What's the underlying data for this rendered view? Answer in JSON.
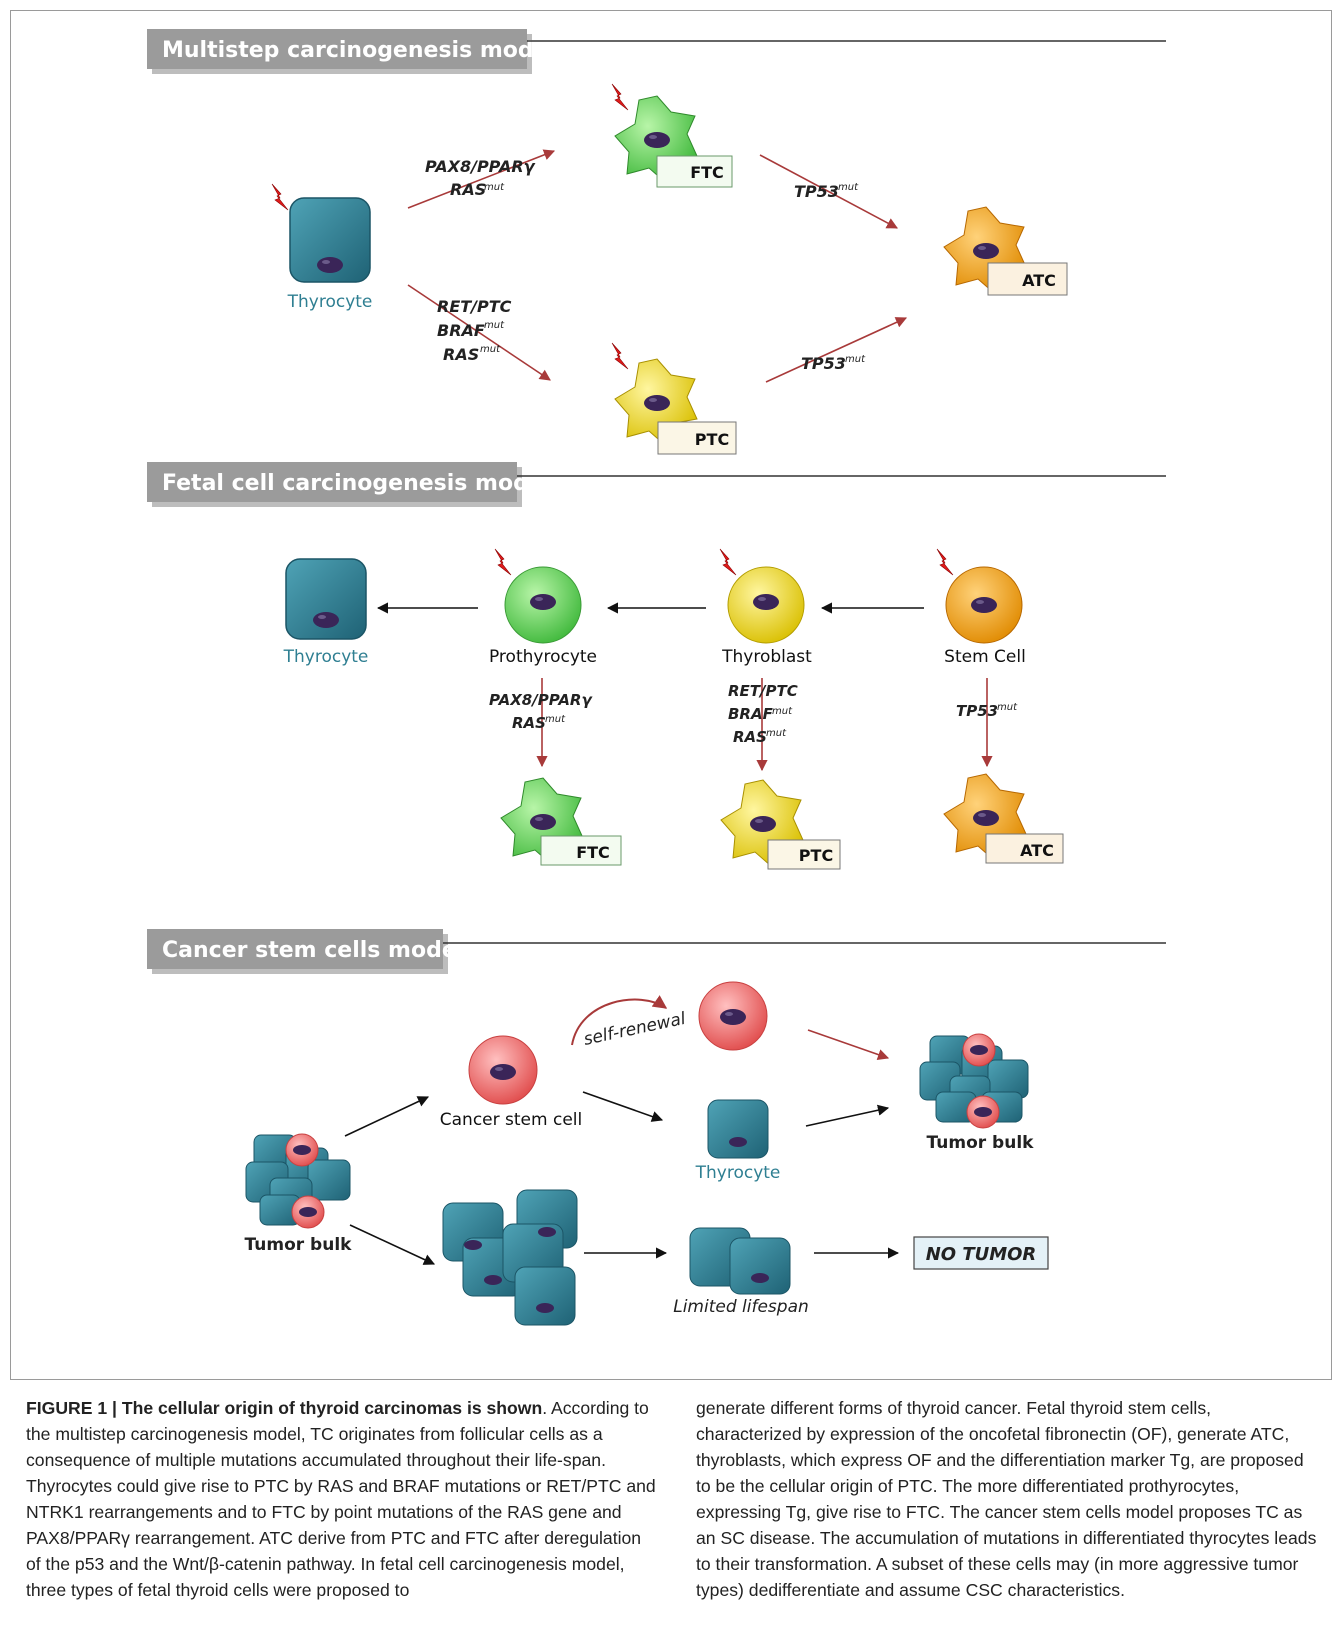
{
  "sections": {
    "multistep": "Multistep carcinogenesis model",
    "fetal": "Fetal cell carcinogenesis model",
    "csc": "Cancer stem cells model"
  },
  "multistep": {
    "thyrocyte": "Thyrocyte",
    "ftc": "FTC",
    "ptc": "PTC",
    "atc": "ATC",
    "upper_mut_1": "PAX8/PPARγ",
    "upper_mut_2": "RAS",
    "lower_mut_1": "RET/PTC",
    "lower_mut_2": "BRAF",
    "lower_mut_3": "RAS",
    "tp53_a": "TP53",
    "tp53_b": "TP53",
    "sup": "mut"
  },
  "fetal": {
    "thyrocyte": "Thyrocyte",
    "prothyrocyte": "Prothyrocyte",
    "thyroblast": "Thyroblast",
    "stemcell": "Stem Cell",
    "pro_mut_1": "PAX8/PPARγ",
    "pro_mut_2": "RAS",
    "blast_mut_1": "RET/PTC",
    "blast_mut_2": "BRAF",
    "blast_mut_3": "RAS",
    "stem_mut_1": "TP53",
    "sup": "mut",
    "ftc": "FTC",
    "ptc": "PTC",
    "atc": "ATC"
  },
  "csc": {
    "self_renewal": "self-renewal",
    "cancer_stem_cell": "Cancer stem cell",
    "thyrocyte": "Thyrocyte",
    "tumor_bulk_left": "Tumor bulk",
    "tumor_bulk_right": "Tumor bulk",
    "limited_lifespan": "Limited lifespan",
    "no_tumor": "NO TUMOR"
  },
  "caption": {
    "title": "FIGURE 1 | The cellular origin of thyroid carcinomas is shown",
    "left": ". According to the multistep carcinogenesis model, TC originates from follicular cells as a consequence of multiple mutations accumulated throughout their life-span. Thyrocytes could give rise to PTC by RAS and BRAF mutations or RET/PTC and NTRK1 rearrangements and to FTC by point mutations of the RAS gene and PAX8/PPARγ rearrangement. ATC derive from PTC and FTC after deregulation of the p53 and the Wnt/β-catenin pathway. In fetal cell carcinogenesis model, three types of fetal thyroid cells were proposed to",
    "right": "generate different forms of thyroid cancer. Fetal thyroid stem cells, characterized by expression of the oncofetal fibronectin (OF), generate ATC, thyroblasts, which express OF and the differentiation marker Tg, are proposed to be the cellular origin of PTC. The more differentiated prothyrocytes, expressing Tg, give rise to FTC. The cancer stem cells model proposes TC as an SC disease. The accumulation of mutations in differentiated thyrocytes leads to their transformation. A subset of these cells may (in more aggressive tumor types) dedifferentiate and assume CSC characteristics."
  },
  "colors": {
    "teal": "#2f7f92",
    "green": "#5fd45a",
    "yellow": "#f0dc1a",
    "orange": "#f5a51e",
    "pink": "#ee6b6b",
    "nucleus": "#3a2558",
    "bolt": "#e01b1b",
    "arrow_red": "#a83a3a"
  }
}
